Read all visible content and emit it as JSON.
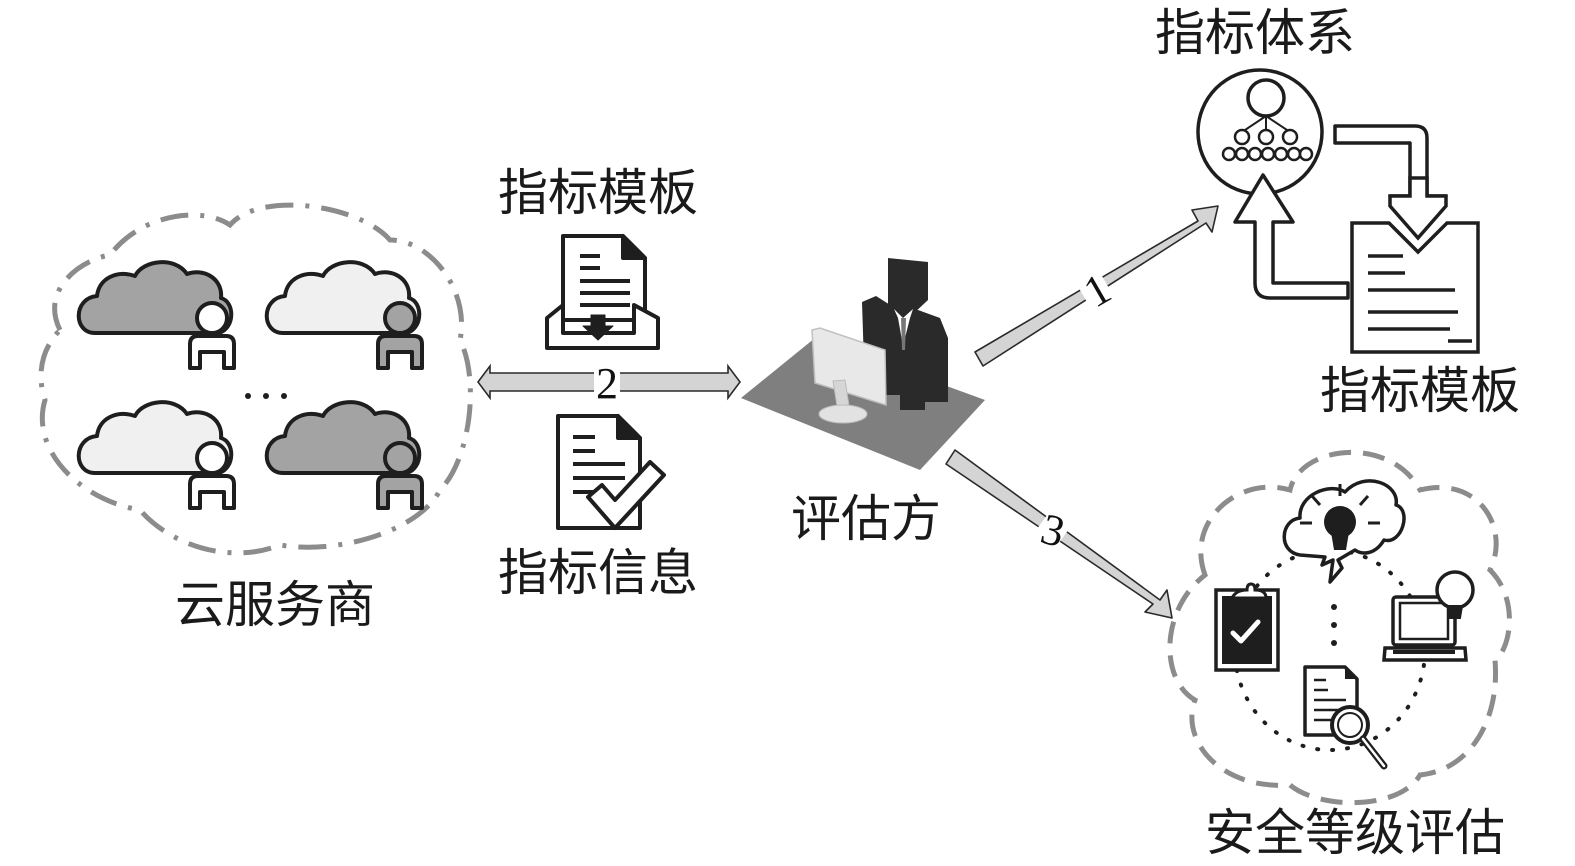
{
  "labels": {
    "cloud_providers": "云服务商",
    "indicator_template_left": "指标模板",
    "indicator_info": "指标信息",
    "evaluator": "评估方",
    "indicator_system": "指标体系",
    "indicator_template_right": "指标模板",
    "security_level_eval": "安全等级评估",
    "ellipsis": "···"
  },
  "arrows": {
    "step1": "1",
    "step2": "2",
    "step3": "3"
  },
  "colors": {
    "cloud_dark": "#a3a3a3",
    "cloud_light": "#f0f0f0",
    "arrow_fill": "#d4d4d4",
    "dash_border": "#8c8c8c",
    "desk": "#7f7f7f",
    "figure": "#2a2a2a"
  }
}
